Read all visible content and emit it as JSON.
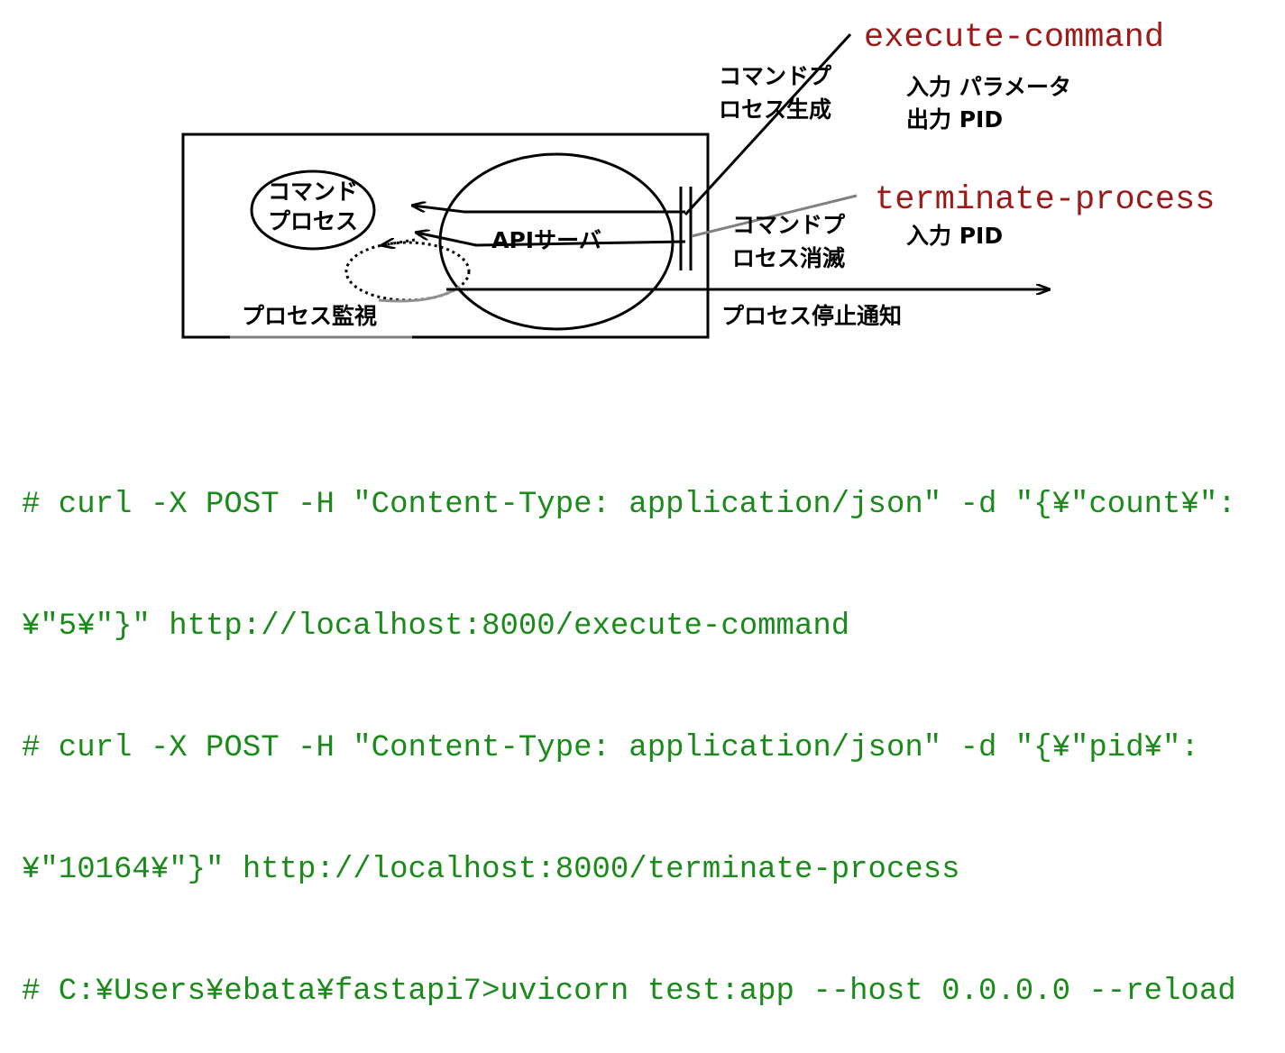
{
  "diagram": {
    "cmd_process": [
      "コマンド",
      "プロセス"
    ],
    "api_server": "APIサーバ",
    "process_monitor": "プロセス監視",
    "create_cmd_process": [
      "コマンドプ",
      "ロセス生成"
    ],
    "destroy_cmd_process": [
      "コマンドプ",
      "ロセス消滅"
    ],
    "stop_notification": "プロセス停止通知",
    "execute": {
      "name": "execute-command",
      "input": "入力 パラメータ",
      "output": "出力 PID"
    },
    "terminate": {
      "name": "terminate-process",
      "input": "入力 PID"
    }
  },
  "code_lines": [
    "# curl -X POST -H \"Content-Type: application/json\" -d \"{¥\"count¥\":",
    "¥\"5¥\"}\" http://localhost:8000/execute-command",
    "# curl -X POST -H \"Content-Type: application/json\" -d \"{¥\"pid¥\":",
    "¥\"10164¥\"}\" http://localhost:8000/terminate-process",
    "# C:¥Users¥ebata¥fastapi7>uvicorn test:app --host 0.0.0.0 --reload"
  ],
  "colors": {
    "api_name": "#9b1a1a",
    "code_text": "#1a8a1a",
    "line": "#000000",
    "gray_line": "#808080"
  }
}
